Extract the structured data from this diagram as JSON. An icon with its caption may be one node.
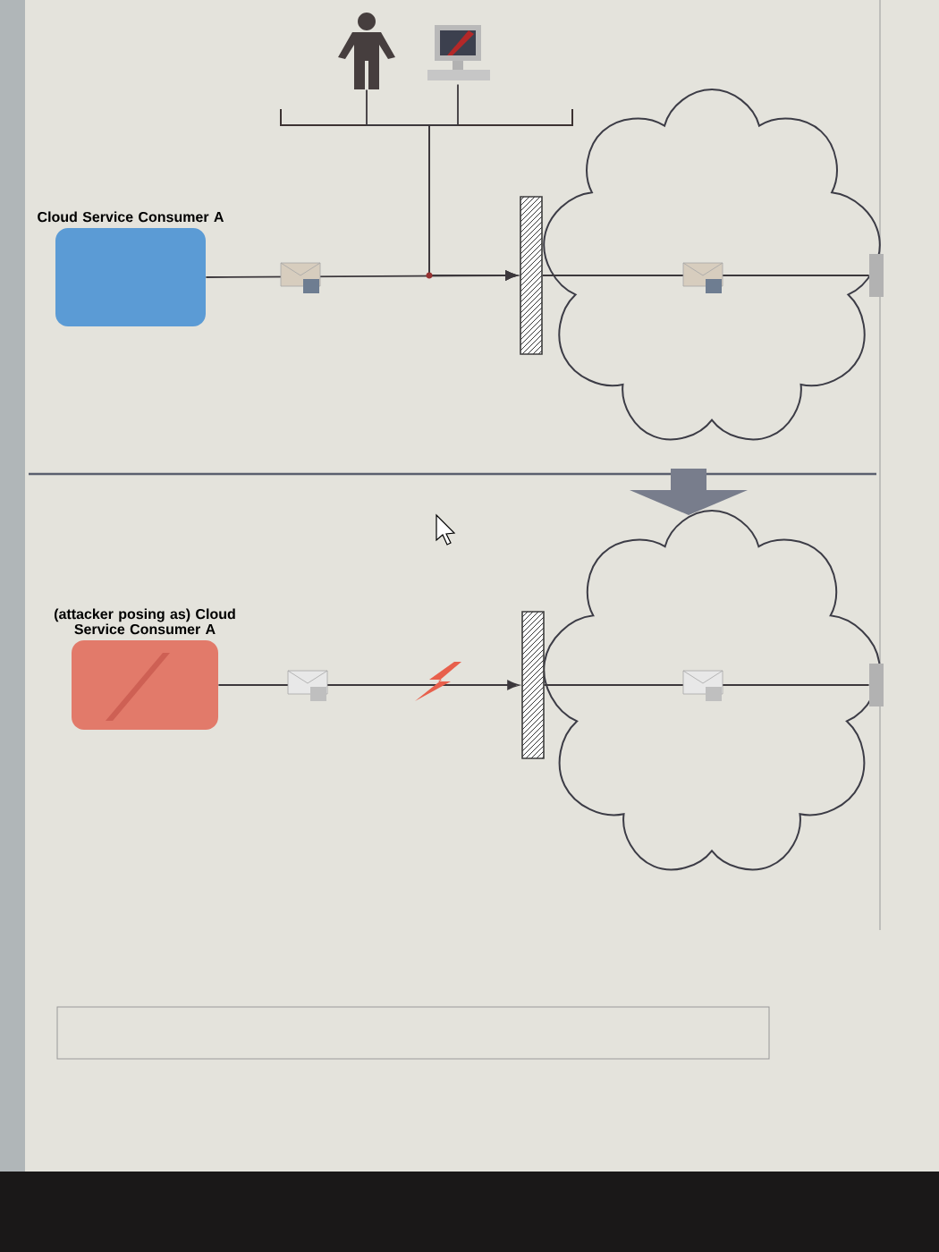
{
  "diagram": {
    "nodes": [
      {
        "text": [
          "Cloud Service Consumer A"
        ]
      },
      {
        "text": [],
        "shape": "bar"
      },
      {
        "text": [],
        "shape": "person"
      },
      {
        "text": [],
        "shape": "computer"
      },
      {
        "text": [],
        "shape": "box"
      },
      {
        "text": [
          "(attacker posing as) Cloud Service Consumer A"
        ]
      },
      {
        "text": [],
        "shape": "bar"
      },
      {
        "text": [],
        "shape": "box"
      }
    ],
    "edges": [
      {
        "from": 0,
        "to": 1,
        "arrow": "to"
      },
      {
        "from": 2,
        "to": 1,
        "arrow": "to"
      },
      {
        "from": 3,
        "to": 1,
        "arrow": "to"
      },
      {
        "from": 1,
        "to": 4,
        "arrow": "none"
      },
      {
        "from": 5,
        "to": 6,
        "arrow": "to"
      },
      {
        "from": 6,
        "to": 7,
        "arrow": "none"
      }
    ]
  }
}
